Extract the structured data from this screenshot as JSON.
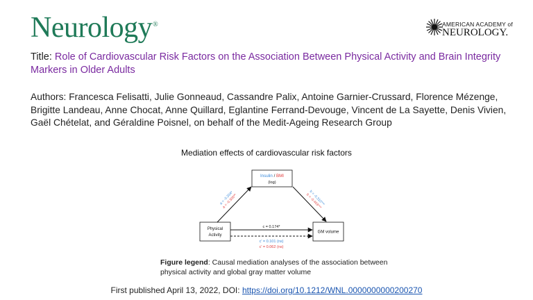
{
  "header": {
    "journal_name": "Neurology",
    "journal_mark": "®",
    "aan_line1": "AMERICAN ACADEMY of",
    "aan_line2": "NEUROLOGY."
  },
  "article": {
    "title_label": "Title: ",
    "title": "Role of Cardiovascular Risk Factors on the Association Between Physical Activity and Brain Integrity Markers in Older Adults",
    "authors_label": "Authors: ",
    "authors": "Francesca Felisatti, Julie Gonneaud, Cassandre Palix, Antoine Garnier-Crussard, Florence Mézenge, Brigitte Landeau, Anne Chocat, Anne Quillard, Eglantine Ferrand-Devouge, Vincent de La Sayette, Denis Vivien, Gaël Chételat, and Géraldine Poisnel, on behalf of the Medit-Ageing Research Group"
  },
  "figure": {
    "heading": "Mediation effects of cardiovascular risk factors",
    "nodes": {
      "mediator_a": "Insulin",
      "mediator_sep": " / ",
      "mediator_b": "BMI",
      "mediator_sub": "(log)",
      "x_line1": "Physical",
      "x_line2": "Activity",
      "y": "GM volume"
    },
    "paths": {
      "a_insulin": "a = -0.204*",
      "a_bmi": "a = -0.305**",
      "b_insulin": "b = -0.310***",
      "b_bmi": "b = -0.403***",
      "c": "c = 0.174*",
      "c_prime_insulin": "c' = 0.101 (ns)",
      "c_prime_bmi": "c' = 0.062 (ns)"
    },
    "colors": {
      "insulin": "#3b8ad9",
      "bmi": "#e03a3a",
      "lines": "#111111"
    },
    "legend_label": "Figure legend",
    "legend_text": ": Causal mediation analyses of the association between physical activity and global gray matter volume"
  },
  "footer": {
    "published": "First published April 13, 2022, DOI: ",
    "doi": "https://doi.org/10.1212/WNL.0000000000200270"
  }
}
